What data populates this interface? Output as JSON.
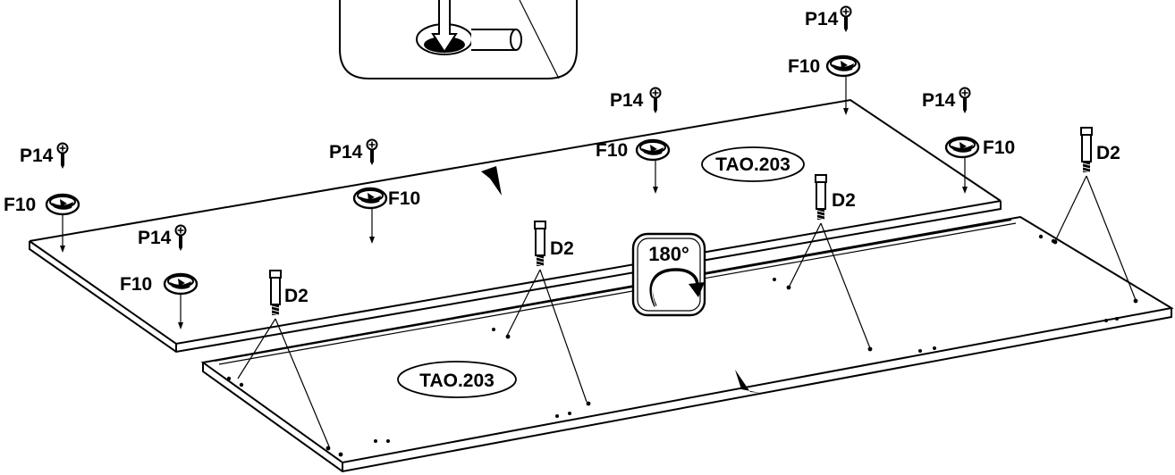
{
  "labels": {
    "screw": "P14",
    "cam_lock": "F10",
    "dowel_bolt": "D2",
    "panel_code": "TAO.203",
    "rotation": "180°"
  },
  "colors": {
    "ink": "#000000",
    "paper": "#ffffff"
  }
}
